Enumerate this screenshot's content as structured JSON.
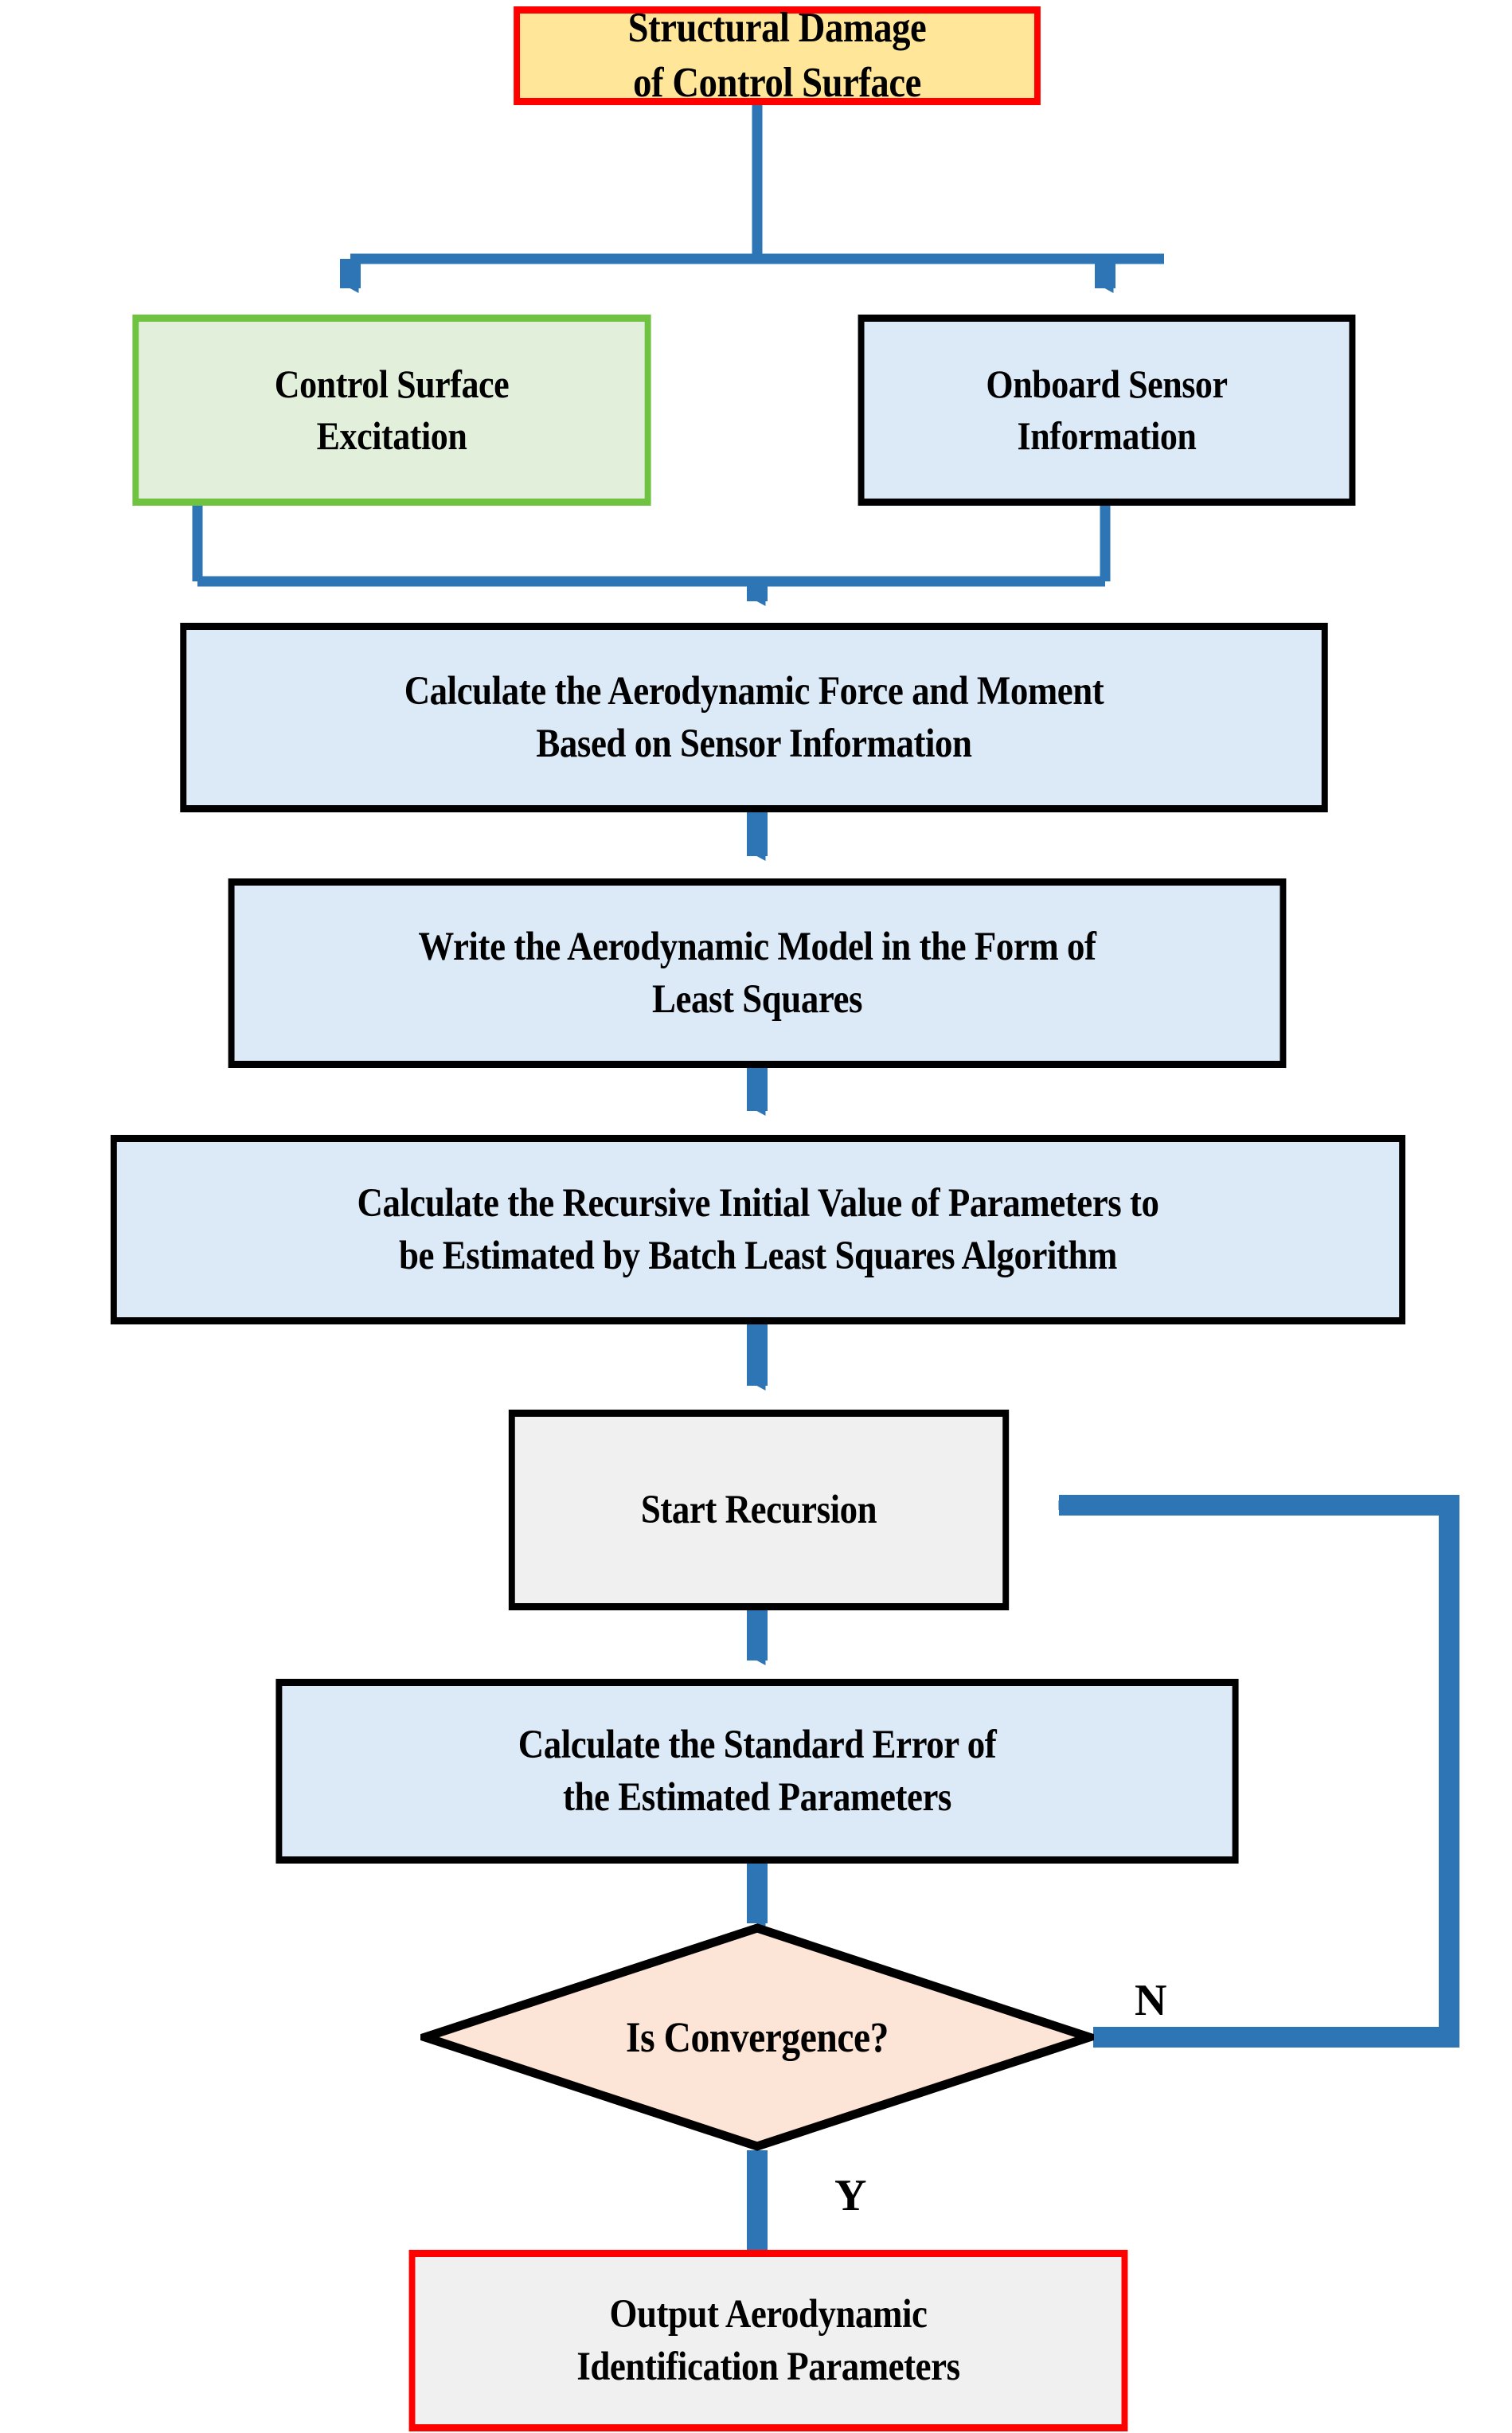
{
  "diagram": {
    "type": "flowchart",
    "title_node": "Structural Damage of Control Surface",
    "accent_arrow_color": "#2E75B6",
    "nodes": [
      {
        "id": "structural-damage",
        "label": "Structural Damage\nof Control Surface",
        "shape": "rectangle",
        "border_color": "#FF0000",
        "fill_color": "#FFE699"
      },
      {
        "id": "control-surface-excitation",
        "label": "Control Surface\nExcitation",
        "shape": "rectangle",
        "border_color": "#70C341",
        "fill_color": "#E2EFDA"
      },
      {
        "id": "onboard-sensor-information",
        "label": "Onboard Sensor\nInformation",
        "shape": "rectangle",
        "border_color": "#000000",
        "fill_color": "#DCE9F6"
      },
      {
        "id": "calculate-force-moment",
        "label": "Calculate the Aerodynamic Force and Moment\nBased on Sensor Information",
        "shape": "rectangle",
        "border_color": "#000000",
        "fill_color": "#DCE9F6"
      },
      {
        "id": "write-aerodynamic-model",
        "label": "Write the Aerodynamic Model in the Form of\nLeast Squares",
        "shape": "rectangle",
        "border_color": "#000000",
        "fill_color": "#DCE9F6"
      },
      {
        "id": "calculate-recursive-initial-value",
        "label": "Calculate the Recursive Initial Value of Parameters to\nbe Estimated by Batch Least Squares Algorithm",
        "shape": "rectangle",
        "border_color": "#000000",
        "fill_color": "#DCE9F6"
      },
      {
        "id": "start-recursion",
        "label": "Start Recursion",
        "shape": "rectangle",
        "border_color": "#000000",
        "fill_color": "#F0F0F0"
      },
      {
        "id": "calculate-standard-error",
        "label": "Calculate the Standard Error of\nthe Estimated Parameters",
        "shape": "rectangle",
        "border_color": "#000000",
        "fill_color": "#DCE9F6"
      },
      {
        "id": "is-convergence",
        "label": "Is Convergence?",
        "shape": "diamond",
        "border_color": "#000000",
        "fill_color": "#FCE4D6"
      },
      {
        "id": "output-parameters",
        "label": "Output Aerodynamic\nIdentification Parameters",
        "shape": "rectangle",
        "border_color": "#FF0000",
        "fill_color": "#F0F0F0"
      }
    ],
    "edge_labels": {
      "no": "N",
      "yes": "Y"
    }
  }
}
